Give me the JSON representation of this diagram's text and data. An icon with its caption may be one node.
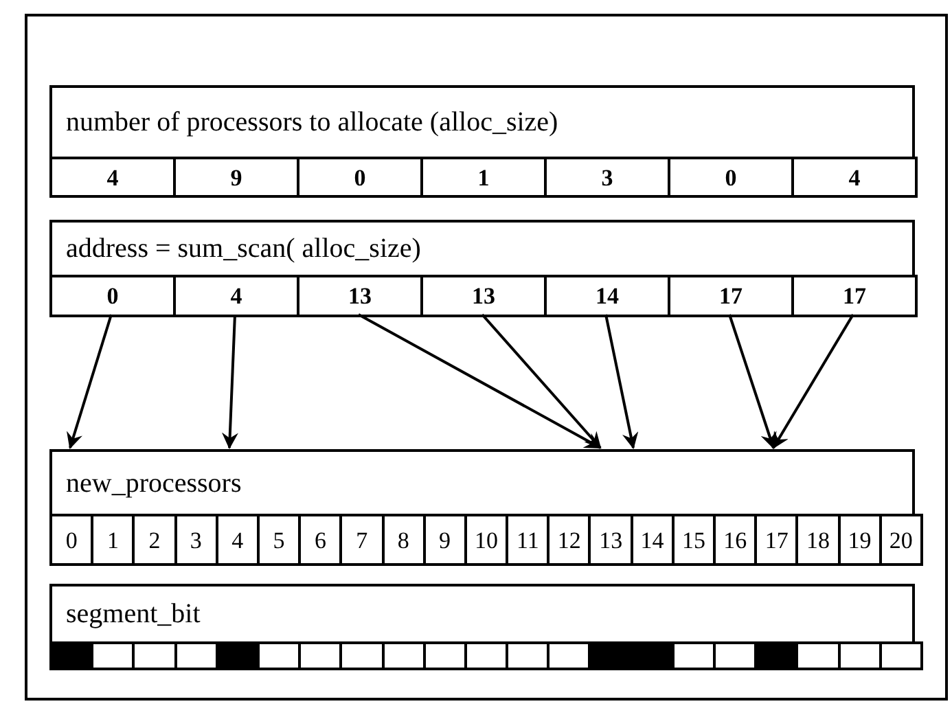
{
  "diagram": {
    "nodes": [
      {
        "text": [
          "number of processors to allocate (alloc_size)"
        ]
      },
      {
        "text": [
          "4"
        ]
      },
      {
        "text": [
          "9"
        ]
      },
      {
        "text": [
          "0"
        ]
      },
      {
        "text": [
          "1"
        ]
      },
      {
        "text": [
          "3"
        ]
      },
      {
        "text": [
          "0"
        ]
      },
      {
        "text": [
          "4"
        ]
      },
      {
        "text": [
          "address = sum_scan( alloc_size)"
        ]
      },
      {
        "text": [
          "0"
        ]
      },
      {
        "text": [
          "4"
        ]
      },
      {
        "text": [
          "13"
        ]
      },
      {
        "text": [
          "13"
        ]
      },
      {
        "text": [
          "14"
        ]
      },
      {
        "text": [
          "17"
        ]
      },
      {
        "text": [
          "17"
        ]
      },
      {
        "text": [
          "new_processors"
        ]
      },
      {
        "text": [
          "0"
        ]
      },
      {
        "text": [
          "1"
        ]
      },
      {
        "text": [
          "2"
        ]
      },
      {
        "text": [
          "3"
        ]
      },
      {
        "text": [
          "4"
        ]
      },
      {
        "text": [
          "5"
        ]
      },
      {
        "text": [
          "6"
        ]
      },
      {
        "text": [
          "7"
        ]
      },
      {
        "text": [
          "8"
        ]
      },
      {
        "text": [
          "9"
        ]
      },
      {
        "text": [
          "10"
        ]
      },
      {
        "text": [
          "11"
        ]
      },
      {
        "text": [
          "12"
        ]
      },
      {
        "text": [
          "13"
        ]
      },
      {
        "text": [
          "14"
        ]
      },
      {
        "text": [
          "15"
        ]
      },
      {
        "text": [
          "16"
        ]
      },
      {
        "text": [
          "17"
        ]
      },
      {
        "text": [
          "18"
        ]
      },
      {
        "text": [
          "19"
        ]
      },
      {
        "text": [
          "20"
        ]
      },
      {
        "text": [
          "segment_bit"
        ]
      },
      {
        "text": [],
        "shape": "bar"
      },
      {
        "text": [],
        "shape": "box"
      },
      {
        "text": [],
        "shape": "box"
      },
      {
        "text": [],
        "shape": "box"
      },
      {
        "text": [],
        "shape": "bar"
      },
      {
        "text": [],
        "shape": "box"
      },
      {
        "text": [],
        "shape": "box"
      },
      {
        "text": [],
        "shape": "box"
      },
      {
        "text": [],
        "shape": "box"
      },
      {
        "text": [],
        "shape": "box"
      },
      {
        "text": [],
        "shape": "box"
      },
      {
        "text": [],
        "shape": "box"
      },
      {
        "text": [],
        "shape": "box"
      },
      {
        "text": [],
        "shape": "bar"
      },
      {
        "text": [],
        "shape": "bar"
      },
      {
        "text": [],
        "shape": "box"
      },
      {
        "text": [],
        "shape": "box"
      },
      {
        "text": [],
        "shape": "bar"
      },
      {
        "text": [],
        "shape": "box"
      },
      {
        "text": [],
        "shape": "box"
      },
      {
        "text": [],
        "shape": "box"
      }
    ],
    "edges": [
      {
        "from": 9,
        "to": 16,
        "arrow": "to"
      },
      {
        "from": 10,
        "to": 16,
        "arrow": "to"
      },
      {
        "from": 11,
        "to": 16,
        "arrow": "to"
      },
      {
        "from": 12,
        "to": 16,
        "arrow": "to"
      },
      {
        "from": 13,
        "to": 16,
        "arrow": "to"
      },
      {
        "from": 14,
        "to": 16,
        "arrow": "to"
      },
      {
        "from": 15,
        "to": 16,
        "arrow": "to"
      }
    ]
  }
}
